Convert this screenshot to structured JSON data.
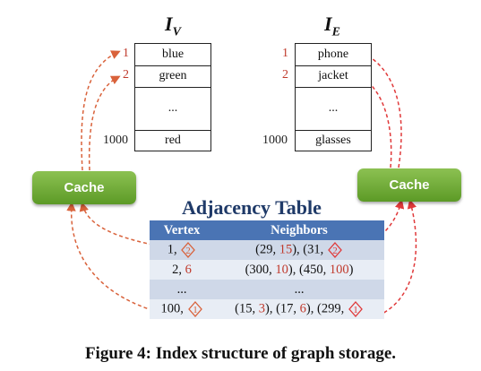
{
  "iv": {
    "title": "I",
    "sub": "V",
    "rows": [
      "blue",
      "green",
      "...",
      "red"
    ],
    "ids": [
      "1",
      "2",
      "1000"
    ]
  },
  "ie": {
    "title": "I",
    "sub": "E",
    "rows": [
      "phone",
      "jacket",
      "...",
      "glasses"
    ],
    "ids": [
      "1",
      "2",
      "1000"
    ]
  },
  "cache_left": "Cache",
  "cache_right": "Cache",
  "adjacency": {
    "title": "Adjacency Table",
    "headers": [
      "Vertex",
      "Neighbors"
    ],
    "rows": [
      {
        "v1": "1,",
        "v2": "2",
        "n": [
          "(29, ",
          "15",
          "), (31, ",
          "2"
        ]
      },
      {
        "v1": "2, ",
        "v2": "6",
        "n": [
          "(300, ",
          "10",
          "), (450, ",
          "100",
          ")"
        ]
      },
      {
        "v1": "...",
        "n": [
          "..."
        ]
      },
      {
        "v1": "100,",
        "v2": "1",
        "n": [
          "(15, ",
          "3",
          "), (17, ",
          "6",
          "), (299, ",
          "1"
        ]
      }
    ]
  },
  "caption": "Figure 4: Index structure of graph storage.",
  "colors": {
    "accent_red": "#c0392b",
    "header_blue": "#4a74b4",
    "cache_green": "#6aab2e"
  }
}
